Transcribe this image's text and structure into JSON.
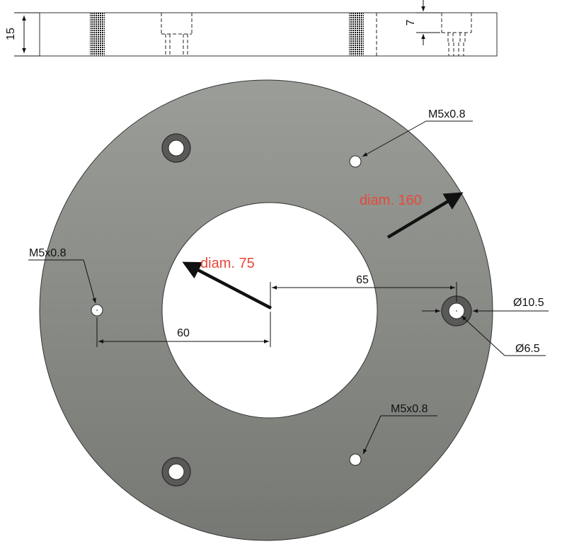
{
  "colors": {
    "plate_top": "#9b9d98",
    "plate_bottom": "#767873",
    "outline": "#333333",
    "line": "#111111",
    "callout_text": "#e8483a",
    "counterbore_ring": "#595a58",
    "knurl": "#1c1c1c"
  },
  "side_view": {
    "thickness_label": "15",
    "counterbore_depth_label": "7"
  },
  "top_view": {
    "outer_diameter_callout": "diam. 160",
    "inner_diameter_callout": "diam. 75",
    "dim_left_hole": "60",
    "dim_right_hole": "65",
    "counterbore_dia": "Ø10.5",
    "through_hole_dia": "Ø6.5",
    "thread_top": "M5x0.8",
    "thread_left": "M5x0.8",
    "thread_bottom": "M5x0.8"
  }
}
